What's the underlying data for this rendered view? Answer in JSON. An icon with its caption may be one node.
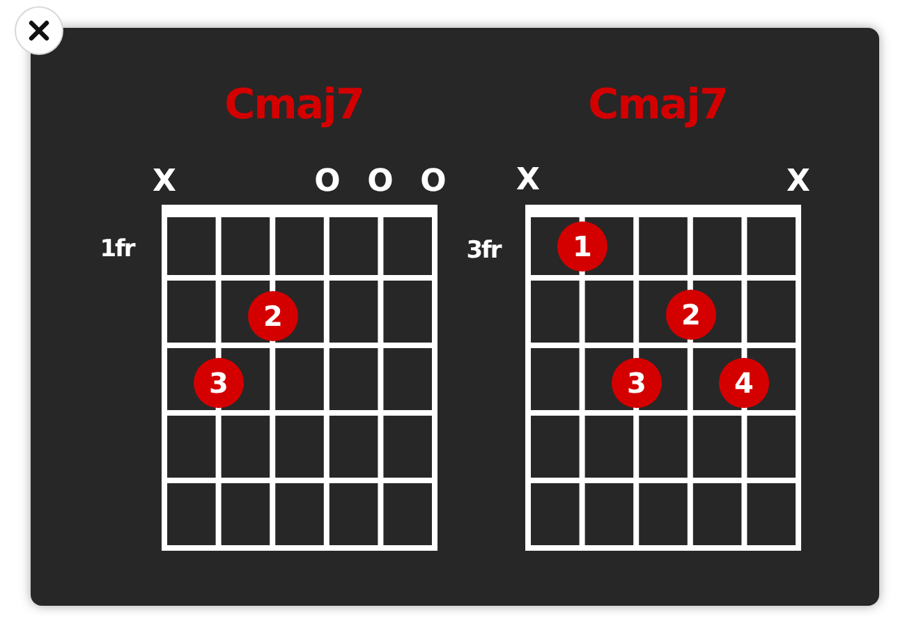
{
  "diagram": {
    "nodes": [
      {
        "text": [
          "2"
        ]
      },
      {
        "text": [
          "3"
        ]
      },
      {
        "text": [
          "1"
        ]
      },
      {
        "text": [
          "2"
        ]
      },
      {
        "text": [
          "3"
        ]
      },
      {
        "text": [
          "4"
        ]
      }
    ],
    "labels": [
      "Cmaj7",
      "Cmaj7",
      "X",
      "O",
      "O",
      "O",
      "X",
      "X",
      "1fr",
      "3fr"
    ]
  }
}
